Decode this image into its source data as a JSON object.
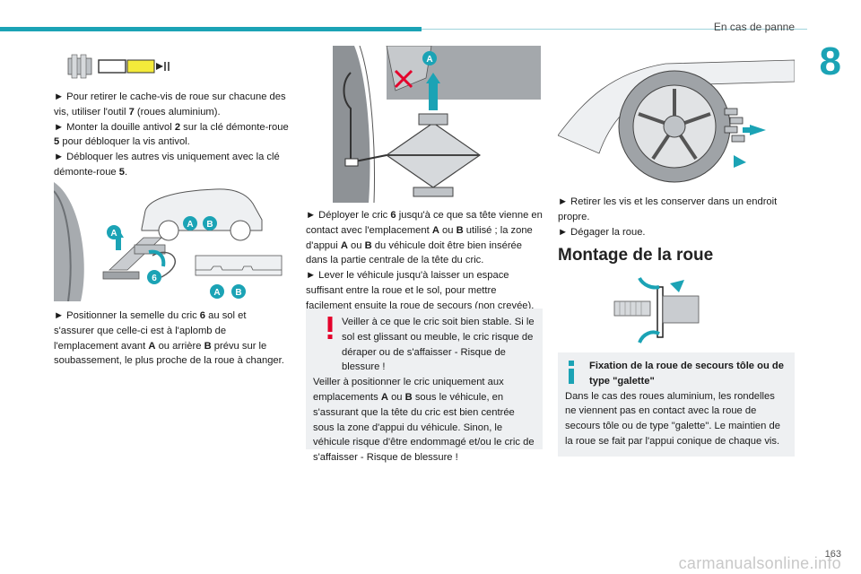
{
  "header": {
    "section_title": "En cas de panne",
    "chapter_number": "8"
  },
  "col1": {
    "p1_prefix": "► Pour retirer le cache-vis de roue sur chacune des vis, utiliser l'outil ",
    "p1_bold": "7",
    "p1_suffix": " (roues aluminium).",
    "p2_prefix": "► Monter la douille antivol ",
    "p2_bold": "2",
    "p2_suffix": " sur la clé démonte-roue ",
    "p2_bold2": "5",
    "p2_suffix2": " pour débloquer la vis antivol.",
    "p3_prefix": "► Débloquer les autres vis uniquement avec la clé démonte-roue ",
    "p3_bold": "5",
    "p3_suffix": ".",
    "p4_prefix": "► Positionner la semelle du cric ",
    "p4_bold": "6",
    "p4_mid": " au sol et s'assurer que celle-ci est à l'aplomb de l'emplacement avant ",
    "p4_A": "A",
    "p4_mid2": " ou arrière ",
    "p4_B": "B",
    "p4_suffix": " prévu sur le soubassement, le plus proche de la roue à changer."
  },
  "fig_jack_labels": {
    "a": "A",
    "b": "B",
    "six": "6"
  },
  "col2": {
    "p1_prefix": "► Déployer le cric ",
    "p1_bold": "6",
    "p1_mid": " jusqu'à ce que sa tête vienne en contact avec l'emplacement ",
    "p1_A": "A",
    "p1_mid2": " ou ",
    "p1_B": "B",
    "p1_mid3": " utilisé ; la zone d'appui ",
    "p1_A2": "A",
    "p1_mid4": " ou ",
    "p1_B2": "B",
    "p1_suffix": " du véhicule doit être bien insérée dans la partie centrale de la tête du cric.",
    "p2": "► Lever le véhicule jusqu'à laisser un espace suffisant entre la roue et le sol, pour mettre facilement ensuite la roue de secours (non crevée).",
    "warning_p1": "Veiller à ce que le cric soit bien stable. Si le sol est glissant ou meuble, le cric risque de déraper ou de s'affaisser - Risque de blessure !",
    "warning_p2": "Veiller à positionner le cric uniquement aux emplacements ",
    "warning_A": "A",
    "warning_mid": " ou ",
    "warning_B": "B",
    "warning_p2_suffix": " sous le véhicule, en s'assurant que la tête du cric est bien centrée sous la zone d'appui du véhicule. Sinon, le véhicule risque d'être endommagé et/ou le cric de s'affaisser - Risque de blessure !"
  },
  "col3": {
    "p1": "► Retirer les vis et les conserver dans un endroit propre.",
    "p2": "► Dégager la roue.",
    "section_heading": "Montage de la roue",
    "info_title": "Fixation de la roue de secours tôle ou de type \"galette\"",
    "info_body": "Dans le cas des roues aluminium, les rondelles ne viennent pas en contact avec la roue de secours tôle ou de type \"galette\". Le maintien de la roue se fait par l'appui conique de chaque vis."
  },
  "footer": {
    "page_number": "163",
    "watermark": "carmanualsonline.info"
  },
  "colors": {
    "accent": "#1ba3b5",
    "warning": "#e4002b",
    "box_bg": "#eef0f2"
  }
}
